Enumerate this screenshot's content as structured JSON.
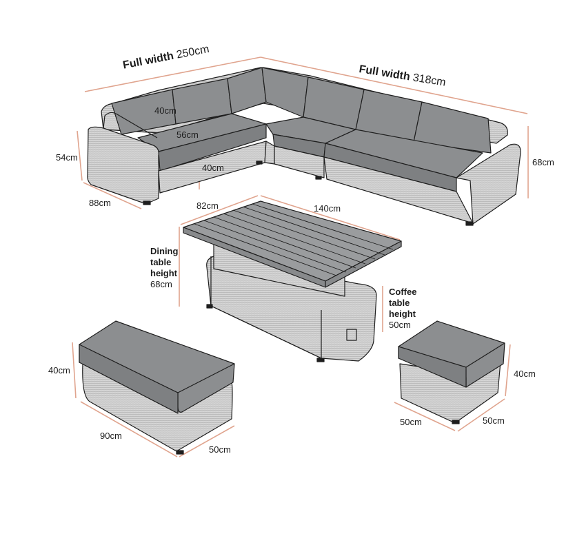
{
  "colors": {
    "dimension_line": "#e0a48e",
    "cushion": "#8c8e90",
    "cushion_dark": "#7e8082",
    "wicker": "#d4d4d4",
    "wicker_texture": "#b8b8b8",
    "outline": "#1e1e1e",
    "table_top": "#9a9c9e"
  },
  "sofa": {
    "left_width": {
      "prefix": "Full width",
      "value": "250cm"
    },
    "right_width": {
      "prefix": "Full width",
      "value": "318cm"
    },
    "back_height": "40cm",
    "seat_depth": "56cm",
    "seat_height": "40cm",
    "arm_height": "54cm",
    "depth": "88cm",
    "total_height": "68cm"
  },
  "table": {
    "depth": "82cm",
    "length": "140cm",
    "dining": {
      "l1": "Dining",
      "l2": "table",
      "l3": "height",
      "value": "68cm"
    },
    "coffee": {
      "l1": "Coffee",
      "l2": "table",
      "l3": "height",
      "value": "50cm"
    }
  },
  "large_footstool": {
    "height": "40cm",
    "length": "90cm",
    "depth": "50cm"
  },
  "small_footstool": {
    "height": "40cm",
    "width": "50cm",
    "depth": "50cm"
  }
}
